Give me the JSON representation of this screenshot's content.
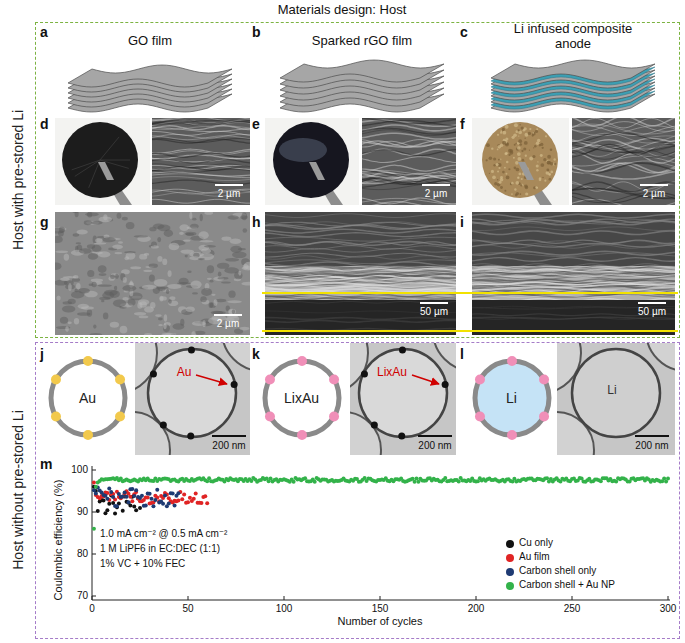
{
  "diagram": {
    "title": "Materials design: Host",
    "nodes": [
      {
        "text": [
          "Host with pre-stored Li"
        ]
      },
      {
        "text": [
          "Host without pre-stored Li"
        ]
      },
      {
        "text": [
          "Au"
        ],
        "in": 1
      },
      {
        "text": [
          "LixAu"
        ],
        "in": 1
      },
      {
        "text": [
          "Li"
        ],
        "in": 1
      }
    ],
    "labels": [
      "a",
      "GO film",
      "b",
      "Sparked rGO film",
      "c",
      "Li infused composite anode",
      "d",
      "2 µm",
      "e",
      "2 µm",
      "f",
      "2 µm",
      "g",
      "2 µm",
      "h",
      "50 µm",
      "i",
      "50 µm",
      "j",
      "Au",
      "200 nm",
      "k",
      "LixAu",
      "200 nm",
      "l",
      "Li",
      "200 nm",
      "m",
      "Coulombic efficiency (%)",
      "Number of cycles",
      "1.0 mA cm⁻² @ 0.5 mA cm⁻²",
      "1 M LiPF6 in EC:DEC (1:1)",
      "1% VC + 10% FEC",
      "100",
      "90",
      "80",
      "70",
      "0",
      "50",
      "100",
      "150",
      "200",
      "250",
      "300"
    ],
    "legend": [
      {
        "text": "Cu only",
        "color": "#111111"
      },
      {
        "text": "Au film",
        "color": "#e02424"
      },
      {
        "text": "Carbon shell only",
        "color": "#1f3b73"
      },
      {
        "text": "Carbon shell + Au NP",
        "color": "#33b24a"
      }
    ]
  }
}
